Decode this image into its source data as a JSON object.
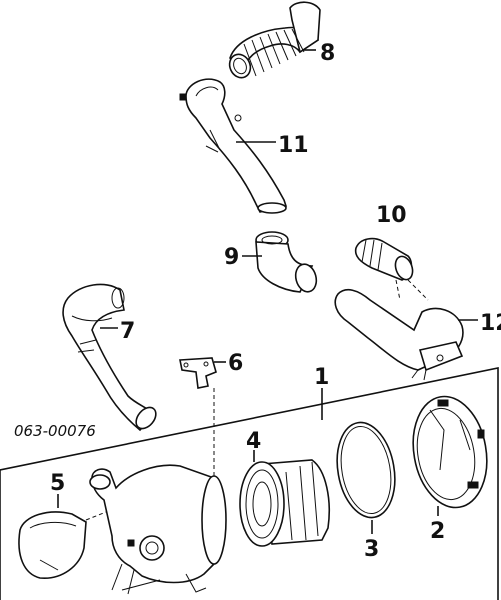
{
  "diagram": {
    "catalog_number": "063-00076",
    "callouts": {
      "c1": "1",
      "c2": "2",
      "c3": "3",
      "c4": "4",
      "c5": "5",
      "c6": "6",
      "c7": "7",
      "c8": "8",
      "c9": "9",
      "c10": "10",
      "c11": "11",
      "c12": "12"
    }
  }
}
